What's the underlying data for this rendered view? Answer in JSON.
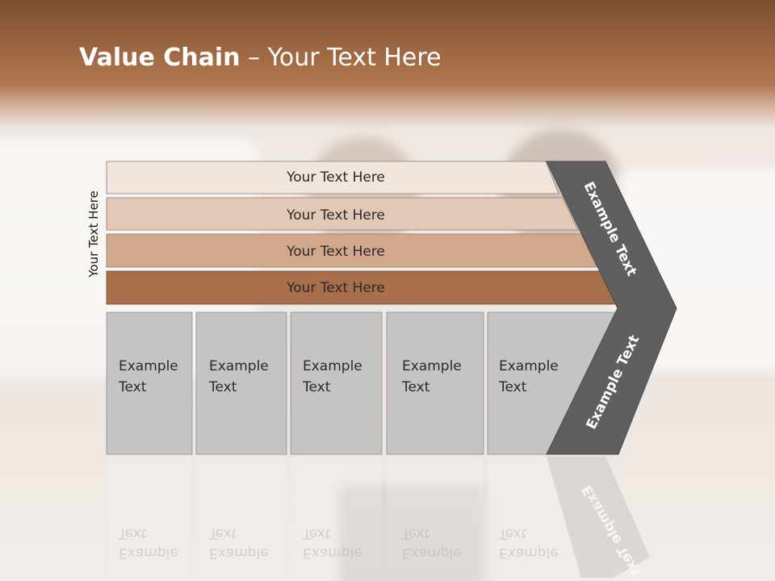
{
  "slide": {
    "title_bold": "Value Chain",
    "title_rest": " – Your Text Here",
    "side_label": "Your Text Here",
    "rows": [
      "Your Text Here",
      "Your Text Here",
      "Your Text Here",
      "Your Text Here"
    ],
    "boxes": [
      [
        "Example",
        "Text"
      ],
      [
        "Example",
        "Text"
      ],
      [
        "Example",
        "Text"
      ],
      [
        "Example",
        "Text"
      ],
      [
        "Example",
        "Text"
      ]
    ],
    "chevron_top_label": "Example Text",
    "chevron_bottom_label": "Example Text",
    "colors": {
      "row1": "#f1e5dc",
      "row2": "#e2c9b7",
      "row3": "#d1a88c",
      "row4": "#a96e4a",
      "box": "#c4c4c4",
      "chevron": "#5f5f5f"
    }
  }
}
